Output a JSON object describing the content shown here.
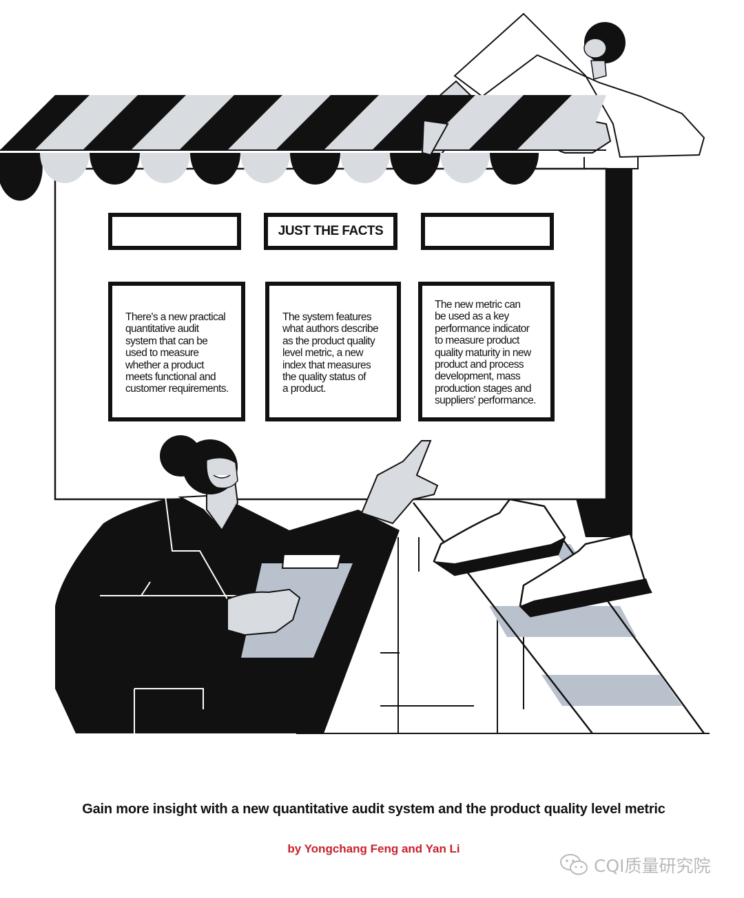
{
  "board": {
    "header_label": "JUST THE FACTS",
    "panels": [
      {
        "text": "There's a new practical\nquantitative audit\nsystem that can be\nused to measure\nwhether a product\nmeets functional and\ncustomer requirements."
      },
      {
        "text": "The system features\nwhat authors describe\nas the product quality\nlevel metric, a new\nindex that measures\nthe quality status of\na product."
      },
      {
        "text": "The new metric can\nbe used as a key\nperformance indicator\nto measure product\nquality maturity in new\nproduct and process\ndevelopment, mass\nproduction stages and\nsuppliers' performance."
      }
    ]
  },
  "headline": "Gain more insight with a new quantitative audit system and the product quality level metric",
  "byline": "by Yongchang Feng and Yan Li",
  "watermark": {
    "text": "CQI质量研究院",
    "icon": "wechat-icon"
  },
  "colors": {
    "ink": "#111111",
    "accent_gray": "#d8dbe0",
    "blue_gray": "#b9c1cd",
    "byline_red": "#c8202a"
  }
}
